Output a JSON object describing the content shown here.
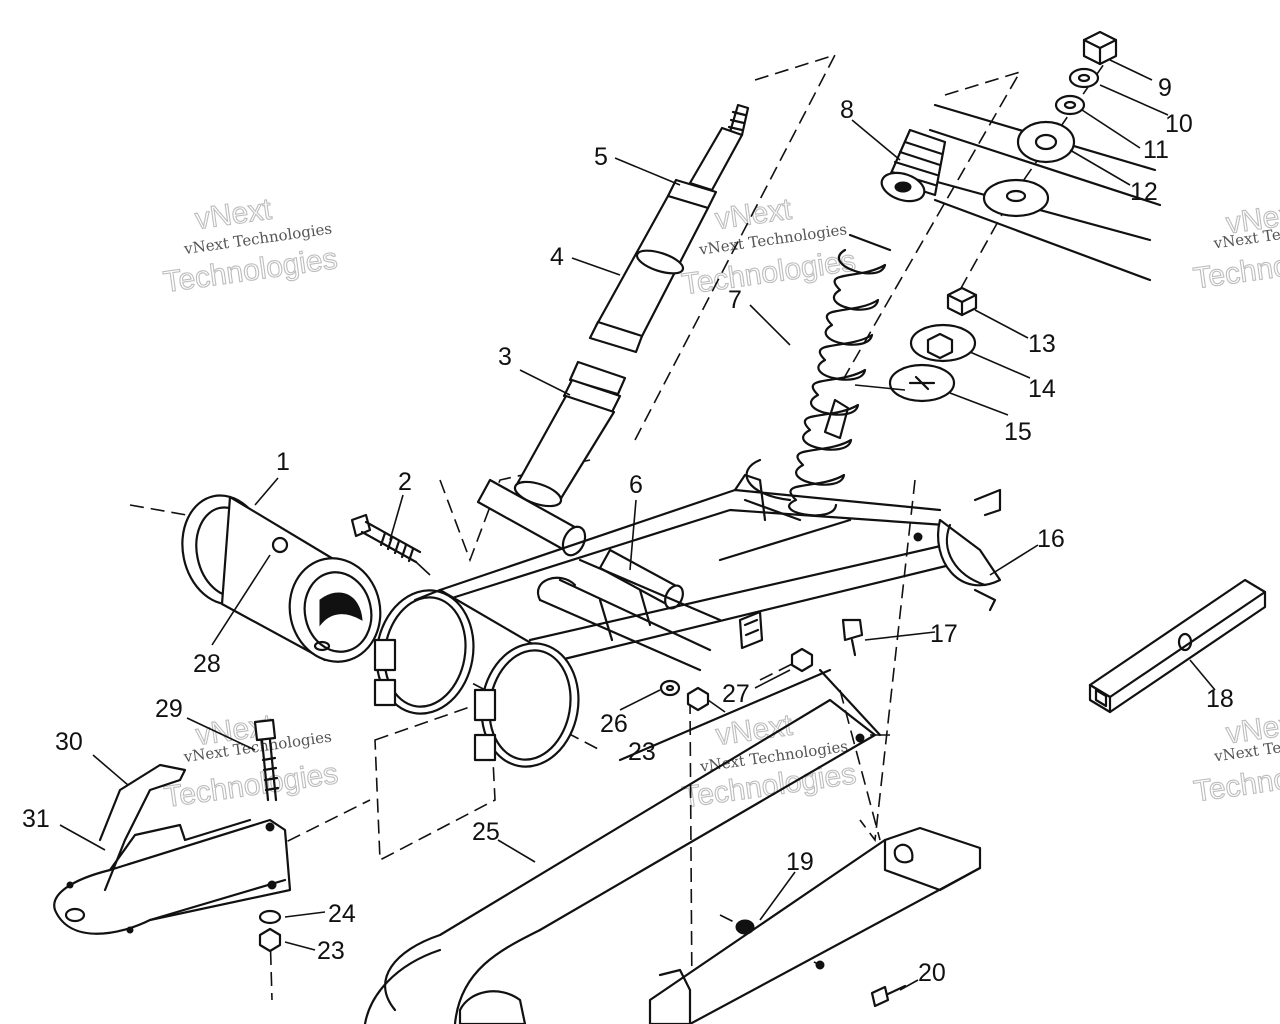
{
  "watermark": {
    "brand_top": "vNext",
    "brand_line": "vNext Technologies",
    "brand_big": "Technologies"
  },
  "callouts": {
    "c1": "1",
    "c2": "2",
    "c3": "3",
    "c4": "4",
    "c5": "5",
    "c6": "6",
    "c7": "7",
    "c8": "8",
    "c9": "9",
    "c10": "10",
    "c11": "11",
    "c12": "12",
    "c13": "13",
    "c14": "14",
    "c15": "15",
    "c16": "16",
    "c17": "17",
    "c18": "18",
    "c19": "19",
    "c20": "20",
    "c23a": "23",
    "c23b": "23",
    "c24": "24",
    "c25": "25",
    "c26": "26",
    "c27": "27",
    "c28": "28",
    "c29": "29",
    "c30": "30",
    "c31": "31"
  }
}
